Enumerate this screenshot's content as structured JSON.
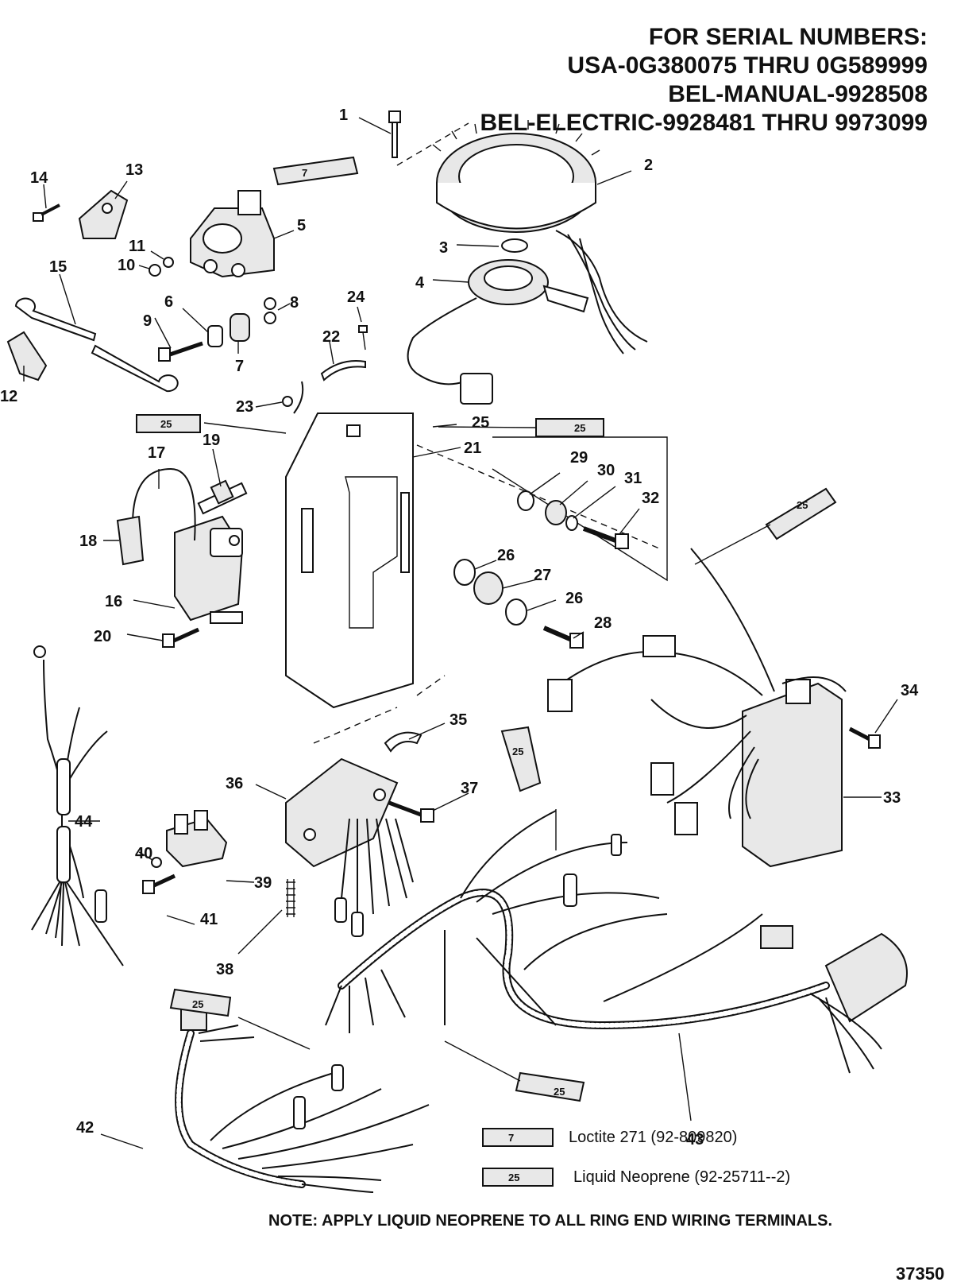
{
  "header": {
    "line1": "FOR SERIAL NUMBERS:",
    "line2": "USA-0G380075 THRU 0G589999",
    "line3": "BEL-MANUAL-9928508",
    "line4": "BEL-ELECTRIC-9928481 THRU 9973099"
  },
  "callouts": [
    "1",
    "2",
    "3",
    "4",
    "5",
    "6",
    "7",
    "7",
    "8",
    "9",
    "10",
    "11",
    "12",
    "13",
    "14",
    "15",
    "16",
    "17",
    "18",
    "19",
    "20",
    "21",
    "22",
    "23",
    "24",
    "25",
    "25",
    "26",
    "26",
    "27",
    "28",
    "29",
    "30",
    "31",
    "32",
    "33",
    "34",
    "35",
    "36",
    "37",
    "38",
    "39",
    "40",
    "41",
    "42",
    "43",
    "44"
  ],
  "tube_labels": {
    "loctite": "7",
    "neoprene": "25"
  },
  "legend": {
    "loctite": {
      "tube": "7",
      "text": "Loctite 271 (92-809820)"
    },
    "neoprene": {
      "tube": "25",
      "text": "Liquid Neoprene (92-25711--2)"
    }
  },
  "note": "NOTE: APPLY LIQUID NEOPRENE TO ALL RING END WIRING TERMINALS.",
  "figure_number": "37350"
}
